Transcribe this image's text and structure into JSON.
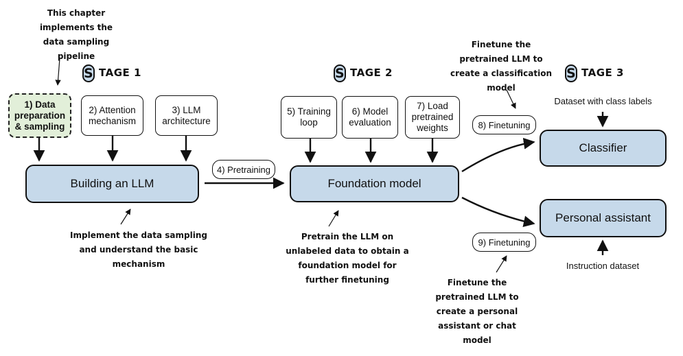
{
  "stages": {
    "stage1": {
      "prefix": "S",
      "rest": "TAGE 1"
    },
    "stage2": {
      "prefix": "S",
      "rest": "TAGE 2"
    },
    "stage3": {
      "prefix": "S",
      "rest": "TAGE 3"
    }
  },
  "steps": {
    "step1": "1) Data preparation & sampling",
    "step2": "2) Attention mechanism",
    "step3": "3) LLM architecture",
    "step4": "4) Pretraining",
    "step5": "5) Training loop",
    "step6": "6) Model evaluation",
    "step7": "7) Load pretrained weights",
    "step8": "8) Finetuning",
    "step9": "9) Finetuning"
  },
  "main_boxes": {
    "building": "Building an LLM",
    "foundation": "Foundation model",
    "classifier": "Classifier",
    "assistant": "Personal assistant"
  },
  "notes": {
    "chapter": "This chapter implements the data sampling pipeline",
    "stage1_desc": "Implement the data sampling and understand the basic mechanism",
    "stage2_desc": "Pretrain the LLM on unlabeled data to obtain a foundation model for further finetuning",
    "finetune_class": "Finetune the pretrained LLM to create a classification model",
    "finetune_assist": "Finetune the pretrained LLM to create a personal assistant or chat model"
  },
  "inputs": {
    "class_dataset": "Dataset with class labels",
    "instruction_dataset": "Instruction dataset"
  },
  "colors": {
    "main_box_fill": "#c6d9ea",
    "highlight_fill": "#e2efd9",
    "stroke": "#111111"
  }
}
